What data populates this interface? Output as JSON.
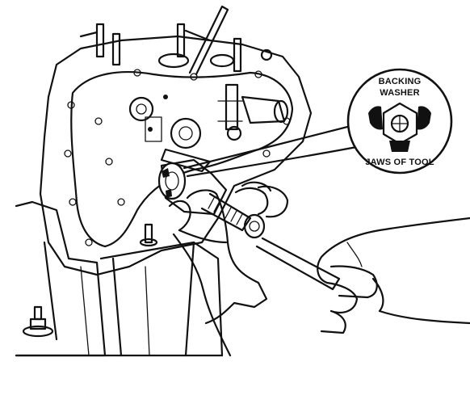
{
  "callout": {
    "label_line1": "BACKING",
    "label_line2": "WASHER",
    "label_bottom": "JAWS OF TOOL"
  }
}
